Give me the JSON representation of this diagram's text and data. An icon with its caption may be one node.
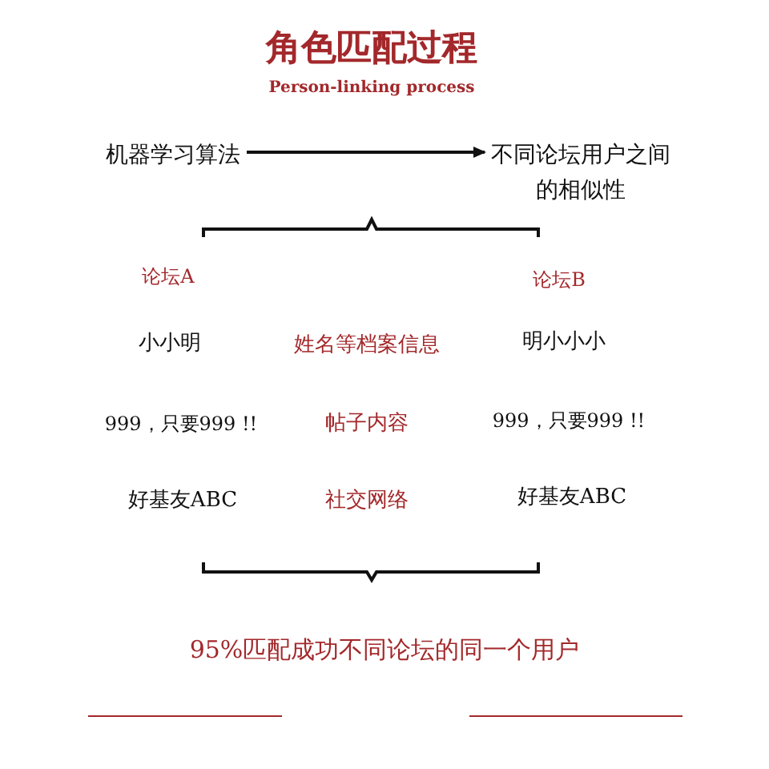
{
  "diagram": {
    "title": "角色匹配过程",
    "nodes": [
      {
        "text": [
          "机器学习算法"
        ]
      },
      {
        "text": [
          "不同论坛用户之间的相似性"
        ]
      }
    ],
    "edges": [
      {
        "from": 0,
        "to": 1,
        "arrow": "to"
      }
    ],
    "labels": [
      "Person-linking process",
      "论坛A",
      "论坛B",
      "小小明",
      "姓名等档案信息",
      "明小小小",
      "999，只要999 !!",
      "帖子内容",
      "999，只要999 !!",
      "好基友ABC",
      "社交网络",
      "好基友ABC",
      "95%匹配成功不同论坛的同一个用户"
    ]
  }
}
